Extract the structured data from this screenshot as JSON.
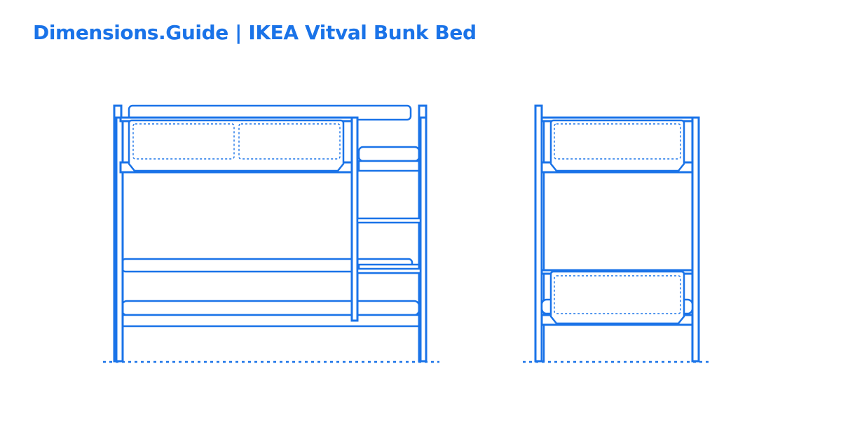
{
  "header": {
    "title": "Dimensions.Guide | IKEA Vitval Bunk Bed"
  },
  "colors": {
    "accent": "#1a73e8",
    "background": "#ffffff"
  },
  "views": [
    "front-elevation",
    "side-elevation"
  ]
}
